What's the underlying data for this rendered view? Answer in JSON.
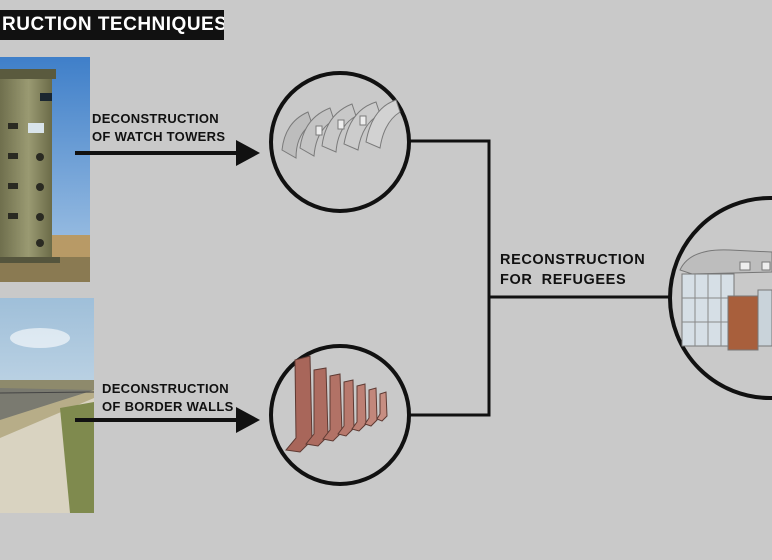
{
  "title": "RUCTION TECHNIQUES",
  "photos": {
    "tower": "watch-tower-photo",
    "wall": "border-wall-photo"
  },
  "labels": {
    "watch_towers": [
      "DECONSTRUCTION",
      "OF WATCH TOWERS"
    ],
    "border_walls": [
      "DECONSTRUCTION",
      "OF BORDER WALLS"
    ],
    "reconstruction": [
      "RECONSTRUCTION",
      "FOR  REFUGEES"
    ]
  },
  "colors": {
    "background": "#c9c9c9",
    "title_bg": "#111111",
    "line": "#111111",
    "arch_module": "#bdbdbd",
    "wall_module": "#a8665a",
    "shelter_panel": "#a85f3c"
  }
}
